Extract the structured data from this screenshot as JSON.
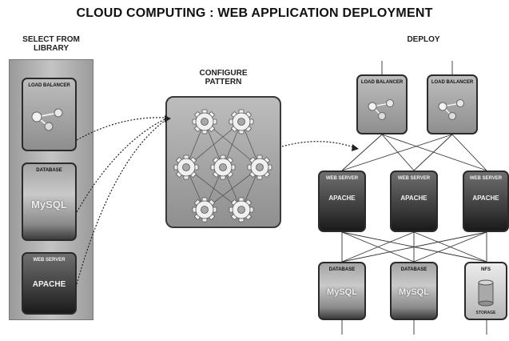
{
  "title": "CLOUD COMPUTING : WEB APPLICATION DEPLOYMENT",
  "sections": {
    "library": "SELECT FROM LIBRARY",
    "configure": "CONFIGURE PATTERN",
    "deploy": "DEPLOY"
  },
  "library": [
    {
      "label": "LOAD BALANCER",
      "type": "load-balancer"
    },
    {
      "label": "DATABASE",
      "type": "database",
      "text": "MySQL"
    },
    {
      "label": "WEB SERVER",
      "type": "web-server",
      "text": "APACHE"
    }
  ],
  "deploy": {
    "load_balancers": [
      {
        "label": "LOAD BALANCER"
      },
      {
        "label": "LOAD BALANCER"
      }
    ],
    "web_servers": [
      {
        "label": "WEB SERVER",
        "text": "APACHE"
      },
      {
        "label": "WEB SERVER",
        "text": "APACHE"
      },
      {
        "label": "WEB SERVER",
        "text": "APACHE"
      }
    ],
    "storage": [
      {
        "label": "DATABASE",
        "text": "MySQL"
      },
      {
        "label": "DATABASE",
        "text": "MySQL"
      },
      {
        "label": "NFS",
        "text": "STORAGE"
      }
    ]
  },
  "icons": {
    "gear": "gear-icon",
    "node": "load-balancer-node-icon",
    "storage": "storage-cylinder-icon"
  }
}
